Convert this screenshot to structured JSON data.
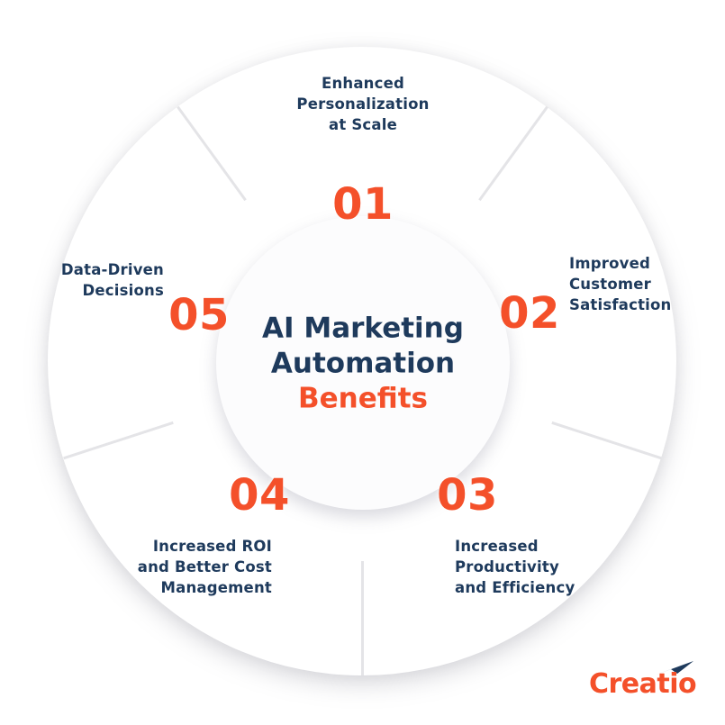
{
  "center": {
    "title_line1": "AI Marketing",
    "title_line2": "Automation",
    "subtitle": "Benefits"
  },
  "segments": [
    {
      "number": "01",
      "label": "Enhanced\nPersonalization\nat Scale"
    },
    {
      "number": "02",
      "label": "Improved\nCustomer\nSatisfaction"
    },
    {
      "number": "03",
      "label": "Increased\nProductivity\nand Efficiency"
    },
    {
      "number": "04",
      "label": "Increased ROI\nand Better Cost\nManagement"
    },
    {
      "number": "05",
      "label": "Data-Driven\nDecisions"
    }
  ],
  "logo": {
    "text": "Creatio"
  },
  "colors": {
    "accent_orange": "#F4502A",
    "navy": "#1E3A5C",
    "divider": "#E4E4E7",
    "background": "#FFFFFF"
  }
}
